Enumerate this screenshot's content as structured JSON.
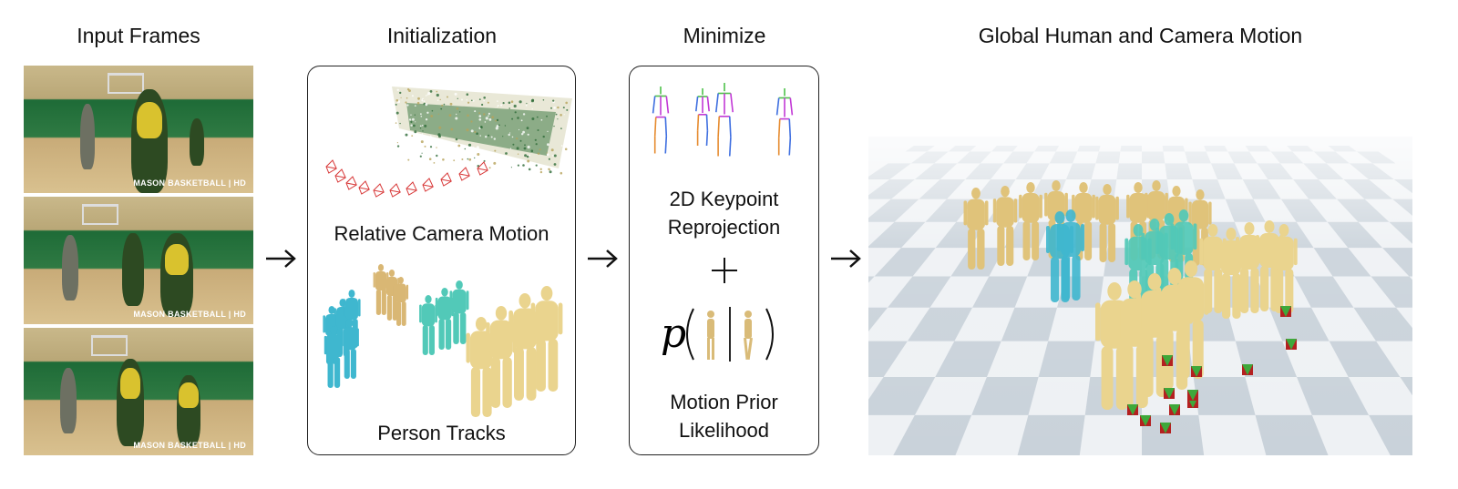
{
  "titles": {
    "input": "Input Frames",
    "init": "Initialization",
    "minimize": "Minimize",
    "global": "Global Human and Camera Motion"
  },
  "frames": {
    "watermark": "MASON BASKETBALL | HD"
  },
  "init_panel": {
    "camera_label": "Relative Camera Motion",
    "tracks_label": "Person Tracks"
  },
  "minimize_panel": {
    "keypoint_line1": "2D Keypoint",
    "keypoint_line2": "Reprojection",
    "plus": "+",
    "prior_symbol": "p",
    "prior_line1": "Motion Prior",
    "prior_line2": "Likelihood"
  },
  "colors": {
    "frame_panel_border": "#222222",
    "arrow": "#111111",
    "person_gold": "#e0c37a",
    "person_cyan": "#3fb7cf",
    "person_teal": "#52c9b8",
    "person_pale": "#ead48e",
    "camera_red": "#d83a3a",
    "camera_marker_green": "#3ea83a",
    "skeleton_green": "#4ec24a",
    "skeleton_blue": "#3f6fe0",
    "skeleton_orange": "#e68b2f",
    "skeleton_magenta": "#c23ad6"
  },
  "icons": [
    "right-arrow-icon",
    "plus-icon"
  ]
}
